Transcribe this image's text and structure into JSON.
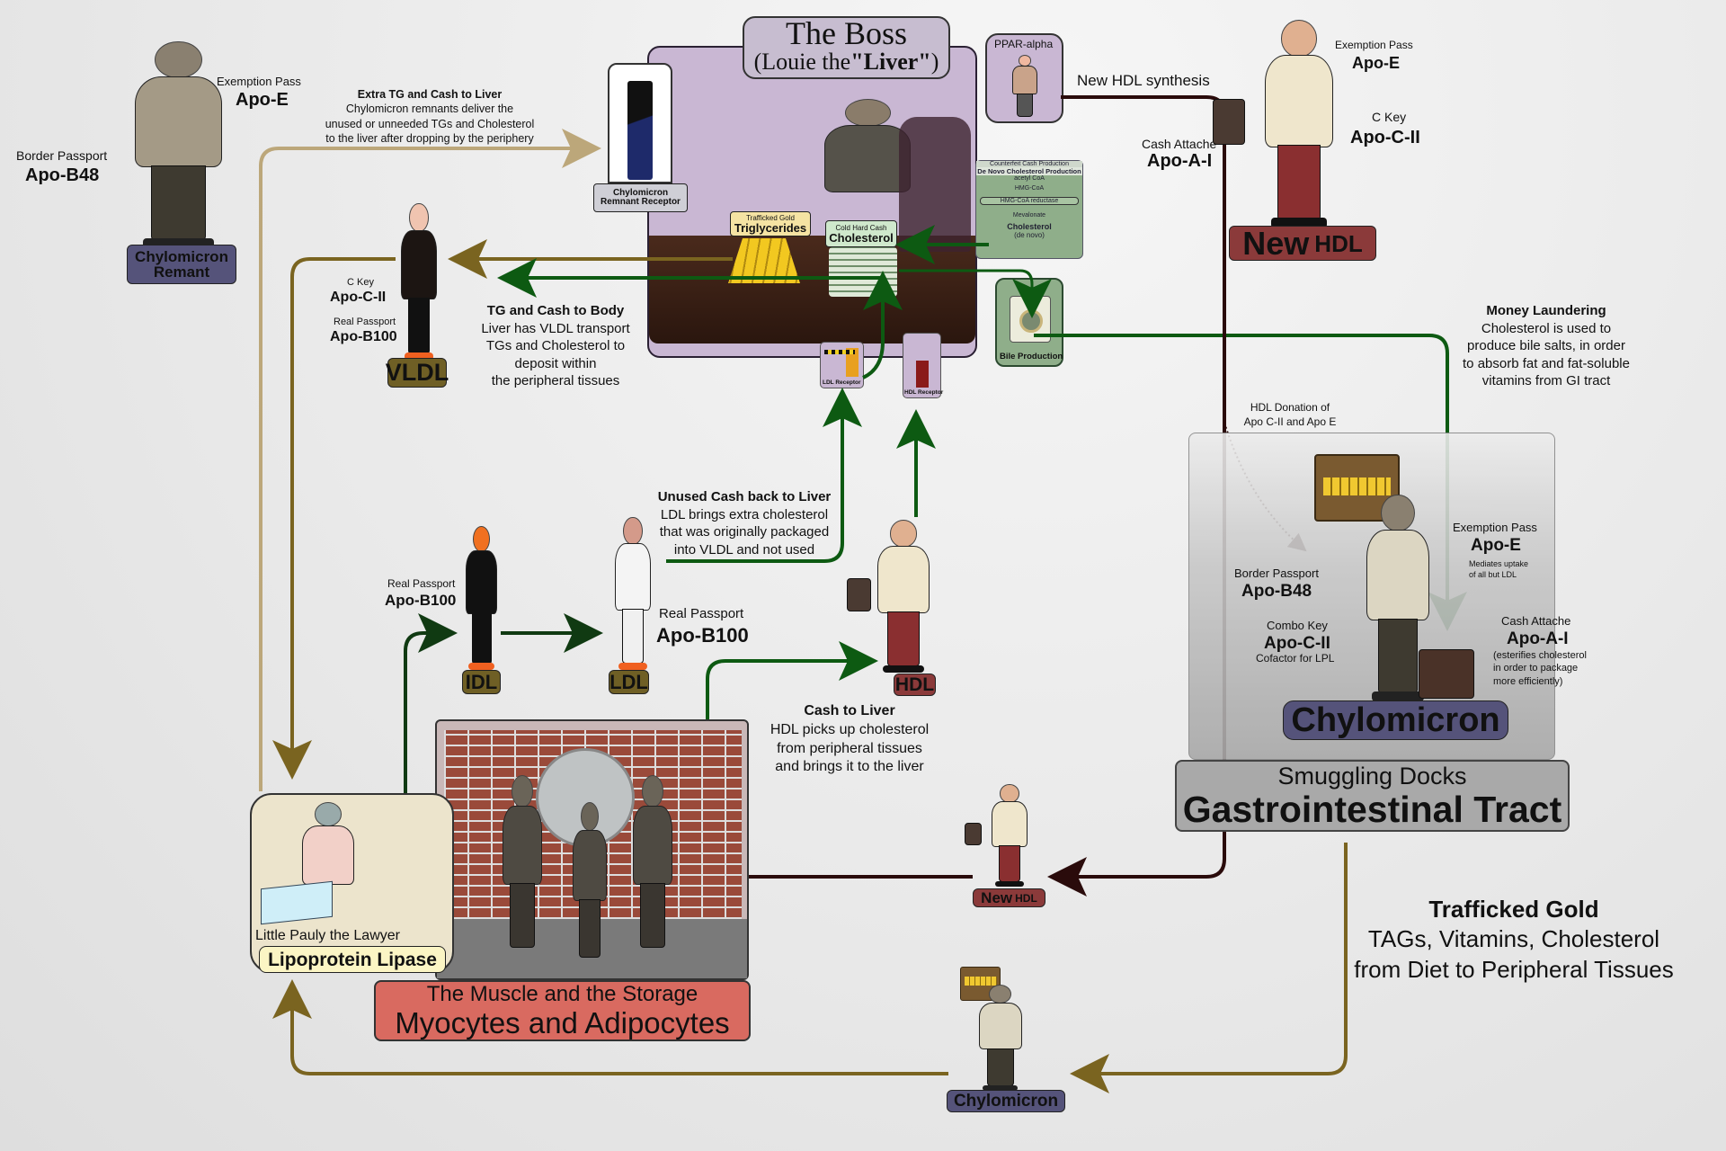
{
  "liver": {
    "title": "The Boss",
    "subtitle_pre": "(Louie the",
    "subtitle_bold": "\"Liver\"",
    "subtitle_post": ")",
    "ppar": "PPAR-alpha",
    "remnant_receptor": [
      "Chylomicron",
      "Remnant Receptor"
    ],
    "triglycerides_small": "Trafficked Gold",
    "triglycerides": "Triglycerides",
    "cholesterol_small": "Cold Hard Cash",
    "cholesterol": "Cholesterol",
    "denovo_small": "Counterfeit Cash Production",
    "denovo": "De Novo Cholesterol Production",
    "denovo_steps": [
      "acetyl CoA",
      "HMG-CoA",
      "HMG-CoA reductase",
      "Mevalonate"
    ],
    "denovo_out": "Cholesterol",
    "denovo_out2": "(de novo)",
    "bile": "Bile Production",
    "ldl_receptor": "LDL Receptor",
    "hdl_receptor": "HDL Receptor"
  },
  "remnant": {
    "exemption": "Exemption Pass",
    "apoe": "Apo-E",
    "border": "Border Passport",
    "apob48": "Apo-B48",
    "label": [
      "Chylomicron",
      "Remant"
    ]
  },
  "extra_tg": {
    "title": "Extra TG and Cash to Liver",
    "lines": [
      "Chylomicron remnants deliver the",
      "unused or unneeded TGs and Cholesterol",
      "to the liver after dropping by the periphery"
    ]
  },
  "vldl": {
    "ckey": "C Key",
    "apoc": "Apo-C-II",
    "passport": "Real Passport",
    "apob": "Apo-B100",
    "label": "VLDL"
  },
  "tg_body": {
    "title": "TG and Cash to Body",
    "lines": [
      "Liver has VLDL transport",
      "TGs and Cholesterol to",
      "deposit within",
      "the peripheral tissues"
    ]
  },
  "new_hdl_synthesis": "New HDL synthesis",
  "new_hdl": {
    "attache": "Cash Attache",
    "apoa": "Apo-A-I",
    "exemption": "Exemption Pass",
    "apoe": "Apo-E",
    "ckey": "C Key",
    "apoc": "Apo-C-II",
    "label_big": "New",
    "label_small": "HDL"
  },
  "money_laundering": {
    "title": "Money Laundering",
    "lines": [
      "Cholesterol is used to",
      "produce bile salts, in order",
      "to absorb fat and fat-soluble",
      "vitamins from GI tract"
    ]
  },
  "hdl_donation": [
    "HDL Donation of",
    "Apo C-II and Apo E"
  ],
  "gi": {
    "exemption": "Exemption Pass",
    "apoe": "Apo-E",
    "apoe_note": [
      "Mediates uptake",
      "of all but LDL"
    ],
    "border": "Border Passport",
    "apob48": "Apo-B48",
    "combo": "Combo Key",
    "apoc": "Apo-C-II",
    "apoc_note": "Cofactor for LPL",
    "attache": "Cash Attache",
    "apoa": "Apo-A-I",
    "apoa_note": [
      "(esterifies cholesterol",
      "in order to package",
      "more efficiently)"
    ],
    "label": "Chylomicron",
    "docks": "Smuggling Docks",
    "tract": "Gastrointestinal Tract"
  },
  "idl": {
    "passport": "Real Passport",
    "apob": "Apo-B100",
    "label": "IDL"
  },
  "ldl": {
    "passport": "Real Passport",
    "apob": "Apo-B100",
    "label": "LDL"
  },
  "unused_cash": {
    "title": "Unused Cash back to Liver",
    "lines": [
      "LDL brings extra cholesterol",
      "that was originally packaged",
      "into VLDL and not used"
    ]
  },
  "hdl": {
    "label": "HDL"
  },
  "cash_to_liver": {
    "title": "Cash to Liver",
    "lines": [
      "HDL picks up cholesterol",
      "from peripheral tissues",
      "and brings it to the liver"
    ]
  },
  "lipase": {
    "lawyer": "Little Pauly the Lawyer",
    "label": "Lipoprotein Lipase"
  },
  "muscle": {
    "top": "The Muscle and the Storage",
    "bottom": "Myocytes and Adipocytes"
  },
  "small_new_hdl": {
    "big": "New",
    "small": "HDL"
  },
  "bottom_chylo": "Chylomicron",
  "trafficked": {
    "title": "Trafficked Gold",
    "lines": [
      "TAGs, Vitamins, Cholesterol",
      "from Diet to Peripheral Tissues"
    ]
  },
  "colors": {
    "liver": "#c9b7d3",
    "green": "#0d5a12",
    "olive": "#7a6420",
    "tan": "#bca77a",
    "maroon": "#2a0b0b",
    "hdl_tag": "#8b3a3a",
    "chylo_tag": "#55537a",
    "vldl_tag": "#6f5f25",
    "muscle_tag": "#d96a60"
  }
}
